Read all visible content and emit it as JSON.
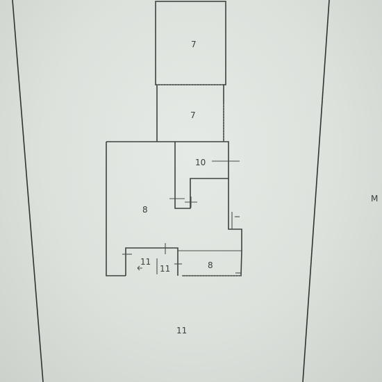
{
  "labels": {
    "room_top": "7",
    "room_upper": "7",
    "room_10": "10",
    "room_8_left": "8",
    "room_11_a": "11",
    "room_11_b": "11",
    "room_8_right": "8",
    "plot_11": "11",
    "edge_text": "M"
  }
}
